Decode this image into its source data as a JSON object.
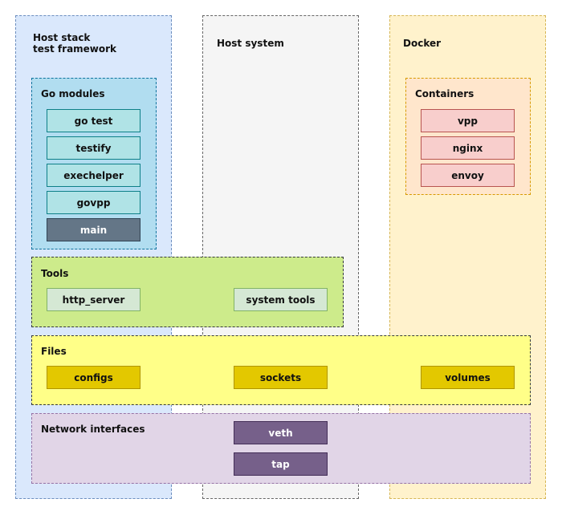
{
  "columns": {
    "host_stack": "Host stack\ntest framework",
    "host_system": "Host system",
    "docker": "Docker"
  },
  "go_modules": {
    "title": "Go modules",
    "items": [
      "go test",
      "testify",
      "exechelper",
      "govpp",
      "main"
    ]
  },
  "containers": {
    "title": "Containers",
    "items": [
      "vpp",
      "nginx",
      "envoy"
    ]
  },
  "tools": {
    "title": "Tools",
    "items": [
      "http_server",
      "system tools"
    ]
  },
  "files": {
    "title": "Files",
    "items": [
      "configs",
      "sockets",
      "volumes"
    ]
  },
  "network": {
    "title": "Network interfaces",
    "items": [
      "veth",
      "tap"
    ]
  }
}
